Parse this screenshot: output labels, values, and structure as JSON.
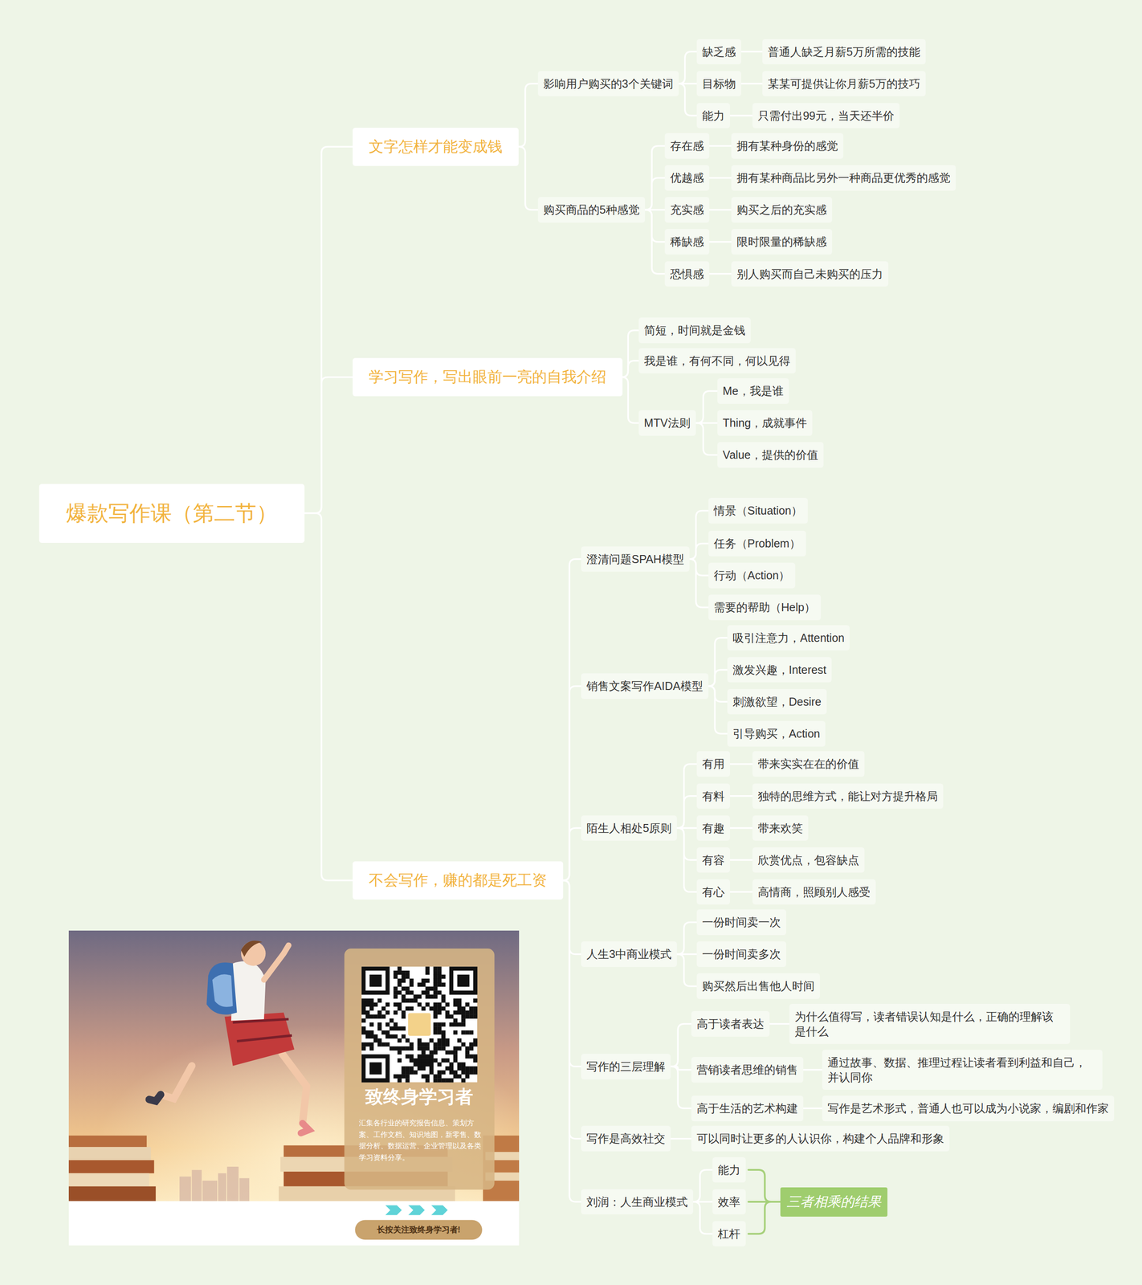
{
  "diagram": {
    "nodes": [
      {
        "text": [
          "爆款写作课（第二节）"
        ]
      },
      {
        "text": [
          "文字怎样才能变成钱"
        ]
      },
      {
        "text": [
          "影响用户购买的3个关键词"
        ]
      },
      {
        "text": [
          "缺乏感"
        ]
      },
      {
        "text": [
          "普通人缺乏月薪5万所需的技能"
        ]
      },
      {
        "text": [
          "目标物"
        ]
      },
      {
        "text": [
          "某某可提供让你月薪5万的技巧"
        ]
      },
      {
        "text": [
          "能力"
        ]
      },
      {
        "text": [
          "只需付出99元，当天还半价"
        ]
      },
      {
        "text": [
          "购买商品的5种感觉"
        ]
      },
      {
        "text": [
          "存在感"
        ]
      },
      {
        "text": [
          "拥有某种身份的感觉"
        ]
      },
      {
        "text": [
          "优越感"
        ]
      },
      {
        "text": [
          "拥有某种商品比另外一种商品更优秀的感觉"
        ]
      },
      {
        "text": [
          "充实感"
        ]
      },
      {
        "text": [
          "购买之后的充实感"
        ]
      },
      {
        "text": [
          "稀缺感"
        ]
      },
      {
        "text": [
          "限时限量的稀缺感"
        ]
      },
      {
        "text": [
          "恐惧感"
        ]
      },
      {
        "text": [
          "别人购买而自己未购买的压力"
        ]
      },
      {
        "text": [
          "学习写作，写出眼前一亮的自我介绍"
        ]
      },
      {
        "text": [
          "简短，时间就是金钱"
        ]
      },
      {
        "text": [
          "我是谁，有何不同，何以见得"
        ]
      },
      {
        "text": [
          "MTV法则"
        ]
      },
      {
        "text": [
          "Me，我是谁"
        ]
      },
      {
        "text": [
          "Thing，成就事件"
        ]
      },
      {
        "text": [
          "Value，提供的价值"
        ]
      },
      {
        "text": [
          "不会写作，赚的都是死工资"
        ]
      },
      {
        "text": [
          "澄清问题SPAH模型"
        ]
      },
      {
        "text": [
          "情景（Situation）"
        ]
      },
      {
        "text": [
          "任务（Problem）"
        ]
      },
      {
        "text": [
          "行动（Action）"
        ]
      },
      {
        "text": [
          "需要的帮助（Help）"
        ]
      },
      {
        "text": [
          "销售文案写作AIDA模型"
        ]
      },
      {
        "text": [
          "吸引注意力，Attention"
        ]
      },
      {
        "text": [
          "激发兴趣，Interest"
        ]
      },
      {
        "text": [
          "刺激欲望，Desire"
        ]
      },
      {
        "text": [
          "引导购买，Action"
        ]
      },
      {
        "text": [
          "陌生人相处5原则"
        ]
      },
      {
        "text": [
          "有用"
        ]
      },
      {
        "text": [
          "带来实实在在的价值"
        ]
      },
      {
        "text": [
          "有料"
        ]
      },
      {
        "text": [
          "独特的思维方式，能让对方提升格局"
        ]
      },
      {
        "text": [
          "有趣"
        ]
      },
      {
        "text": [
          "带来欢笑"
        ]
      },
      {
        "text": [
          "有容"
        ]
      },
      {
        "text": [
          "欣赏优点，包容缺点"
        ]
      },
      {
        "text": [
          "有心"
        ]
      },
      {
        "text": [
          "高情商，照顾别人感受"
        ]
      },
      {
        "text": [
          "人生3中商业模式"
        ]
      },
      {
        "text": [
          "一份时间卖一次"
        ]
      },
      {
        "text": [
          "一份时间卖多次"
        ]
      },
      {
        "text": [
          "购买然后出售他人时间"
        ]
      },
      {
        "text": [
          "写作的三层理解"
        ]
      },
      {
        "text": [
          "高于读者表达"
        ]
      },
      {
        "text": [
          "为什么值得写，读者错误认知是什么，正确的理解该是什么"
        ]
      },
      {
        "text": [
          "营销读者思维的销售"
        ]
      },
      {
        "text": [
          "通过故事、数据、推理过程让读者看到利益和自己，并认同你"
        ]
      },
      {
        "text": [
          "高于生活的艺术构建"
        ]
      },
      {
        "text": [
          "写作是艺术形式，普通人也可以成为小说家，编剧和作家"
        ]
      },
      {
        "text": [
          "写作是高效社交"
        ]
      },
      {
        "text": [
          "可以同时让更多的人认识你，构建个人品牌和形象"
        ]
      },
      {
        "text": [
          "刘润：人生商业模式"
        ]
      },
      {
        "text": [
          "能力"
        ]
      },
      {
        "text": [
          "效率"
        ]
      },
      {
        "text": [
          "杠杆"
        ]
      },
      {
        "text": [
          "三者相乘的结果"
        ]
      }
    ],
    "edges": [
      {
        "from": 0,
        "to": 1,
        "arrow": "none"
      },
      {
        "from": 0,
        "to": 20,
        "arrow": "none"
      },
      {
        "from": 0,
        "to": 27,
        "arrow": "none"
      },
      {
        "from": 1,
        "to": 2,
        "arrow": "none"
      },
      {
        "from": 1,
        "to": 9,
        "arrow": "none"
      },
      {
        "from": 2,
        "to": 3,
        "arrow": "none"
      },
      {
        "from": 2,
        "to": 5,
        "arrow": "none"
      },
      {
        "from": 2,
        "to": 7,
        "arrow": "none"
      },
      {
        "from": 3,
        "to": 4,
        "arrow": "none"
      },
      {
        "from": 5,
        "to": 6,
        "arrow": "none"
      },
      {
        "from": 7,
        "to": 8,
        "arrow": "none"
      },
      {
        "from": 9,
        "to": 10,
        "arrow": "none"
      },
      {
        "from": 9,
        "to": 12,
        "arrow": "none"
      },
      {
        "from": 9,
        "to": 14,
        "arrow": "none"
      },
      {
        "from": 9,
        "to": 16,
        "arrow": "none"
      },
      {
        "from": 9,
        "to": 18,
        "arrow": "none"
      },
      {
        "from": 10,
        "to": 11,
        "arrow": "none"
      },
      {
        "from": 12,
        "to": 13,
        "arrow": "none"
      },
      {
        "from": 14,
        "to": 15,
        "arrow": "none"
      },
      {
        "from": 16,
        "to": 17,
        "arrow": "none"
      },
      {
        "from": 18,
        "to": 19,
        "arrow": "none"
      },
      {
        "from": 20,
        "to": 21,
        "arrow": "none"
      },
      {
        "from": 20,
        "to": 22,
        "arrow": "none"
      },
      {
        "from": 20,
        "to": 23,
        "arrow": "none"
      },
      {
        "from": 23,
        "to": 24,
        "arrow": "none"
      },
      {
        "from": 23,
        "to": 25,
        "arrow": "none"
      },
      {
        "from": 23,
        "to": 26,
        "arrow": "none"
      },
      {
        "from": 27,
        "to": 28,
        "arrow": "none"
      },
      {
        "from": 27,
        "to": 33,
        "arrow": "none"
      },
      {
        "from": 27,
        "to": 38,
        "arrow": "none"
      },
      {
        "from": 27,
        "to": 49,
        "arrow": "none"
      },
      {
        "from": 27,
        "to": 53,
        "arrow": "none"
      },
      {
        "from": 27,
        "to": 60,
        "arrow": "none"
      },
      {
        "from": 27,
        "to": 62,
        "arrow": "none"
      },
      {
        "from": 28,
        "to": 29,
        "arrow": "none"
      },
      {
        "from": 28,
        "to": 30,
        "arrow": "none"
      },
      {
        "from": 28,
        "to": 31,
        "arrow": "none"
      },
      {
        "from": 28,
        "to": 32,
        "arrow": "none"
      },
      {
        "from": 33,
        "to": 34,
        "arrow": "none"
      },
      {
        "from": 33,
        "to": 35,
        "arrow": "none"
      },
      {
        "from": 33,
        "to": 36,
        "arrow": "none"
      },
      {
        "from": 33,
        "to": 37,
        "arrow": "none"
      },
      {
        "from": 38,
        "to": 39,
        "arrow": "none"
      },
      {
        "from": 38,
        "to": 41,
        "arrow": "none"
      },
      {
        "from": 38,
        "to": 43,
        "arrow": "none"
      },
      {
        "from": 38,
        "to": 45,
        "arrow": "none"
      },
      {
        "from": 38,
        "to": 47,
        "arrow": "none"
      },
      {
        "from": 39,
        "to": 40,
        "arrow": "none"
      },
      {
        "from": 41,
        "to": 42,
        "arrow": "none"
      },
      {
        "from": 43,
        "to": 44,
        "arrow": "none"
      },
      {
        "from": 45,
        "to": 46,
        "arrow": "none"
      },
      {
        "from": 47,
        "to": 48,
        "arrow": "none"
      },
      {
        "from": 49,
        "to": 50,
        "arrow": "none"
      },
      {
        "from": 49,
        "to": 51,
        "arrow": "none"
      },
      {
        "from": 49,
        "to": 52,
        "arrow": "none"
      },
      {
        "from": 53,
        "to": 54,
        "arrow": "none"
      },
      {
        "from": 53,
        "to": 56,
        "arrow": "none"
      },
      {
        "from": 53,
        "to": 58,
        "arrow": "none"
      },
      {
        "from": 54,
        "to": 55,
        "arrow": "none"
      },
      {
        "from": 56,
        "to": 57,
        "arrow": "none"
      },
      {
        "from": 58,
        "to": 59,
        "arrow": "none"
      },
      {
        "from": 60,
        "to": 61,
        "arrow": "none"
      },
      {
        "from": 62,
        "to": 63,
        "arrow": "none"
      },
      {
        "from": 62,
        "to": 64,
        "arrow": "none"
      },
      {
        "from": 62,
        "to": 65,
        "arrow": "none"
      },
      {
        "from": 63,
        "to": 66,
        "arrow": "none"
      },
      {
        "from": 64,
        "to": 66,
        "arrow": "none"
      },
      {
        "from": 65,
        "to": 66,
        "arrow": "none"
      }
    ],
    "labels": [
      "致终身学习者",
      "汇集各行业的研究报告信息、策划方案、工作文档、知识地图，新零售、数据分析、数据运营、企业管理以及各类学习资料分享。",
      "长按关注致终身学习者!"
    ]
  }
}
